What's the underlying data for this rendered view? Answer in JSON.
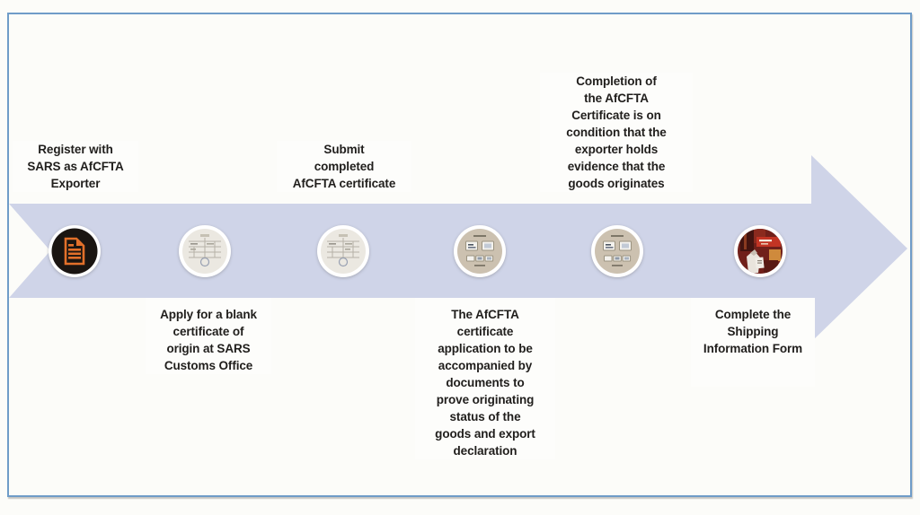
{
  "diagram": {
    "type": "process-arrow",
    "direction": "right",
    "arrow_fill": "#cfd4e8",
    "frame_border_color": "#6f9cc8",
    "step_count": 6
  },
  "steps": [
    {
      "order": 1,
      "label": "Register with\nSARS as AfCFTA\nExporter",
      "label_position": "above",
      "icon": "registration-document-icon",
      "icon_colors": {
        "background": "#1a1511",
        "glyph": "#e2702a"
      }
    },
    {
      "order": 2,
      "label": "Apply for a blank\ncertificate of\norigin at SARS\nCustoms Office",
      "label_position": "below",
      "icon": "blank-certificate-photo-icon",
      "icon_colors": {
        "background": "#ebe8e1"
      }
    },
    {
      "order": 3,
      "label": "Submit\ncompleted\nAfCFTA certificate",
      "label_position": "above",
      "icon": "completed-certificate-photo-icon",
      "icon_colors": {
        "background": "#ebe8e1"
      }
    },
    {
      "order": 4,
      "label": "The AfCFTA\ncertificate\napplication to be\naccompanied by\ndocuments to\nprove originating\nstatus of the\ngoods and export\ndeclaration",
      "label_position": "below",
      "icon": "supporting-documents-photo-icon",
      "icon_colors": {
        "background": "#ccc1b0"
      }
    },
    {
      "order": 5,
      "label": "Completion of\nthe AfCFTA\nCertificate is on\ncondition that the\nexporter holds\nevidence that the\ngoods originates",
      "label_position": "above",
      "icon": "evidence-documents-photo-icon",
      "icon_colors": {
        "background": "#ccc1b0"
      }
    },
    {
      "order": 6,
      "label": "Complete the\nShipping\nInformation Form",
      "label_position": "below",
      "icon": "shipping-photo-icon",
      "icon_colors": {
        "background": "#70201a",
        "accent": "#c23424"
      }
    }
  ]
}
